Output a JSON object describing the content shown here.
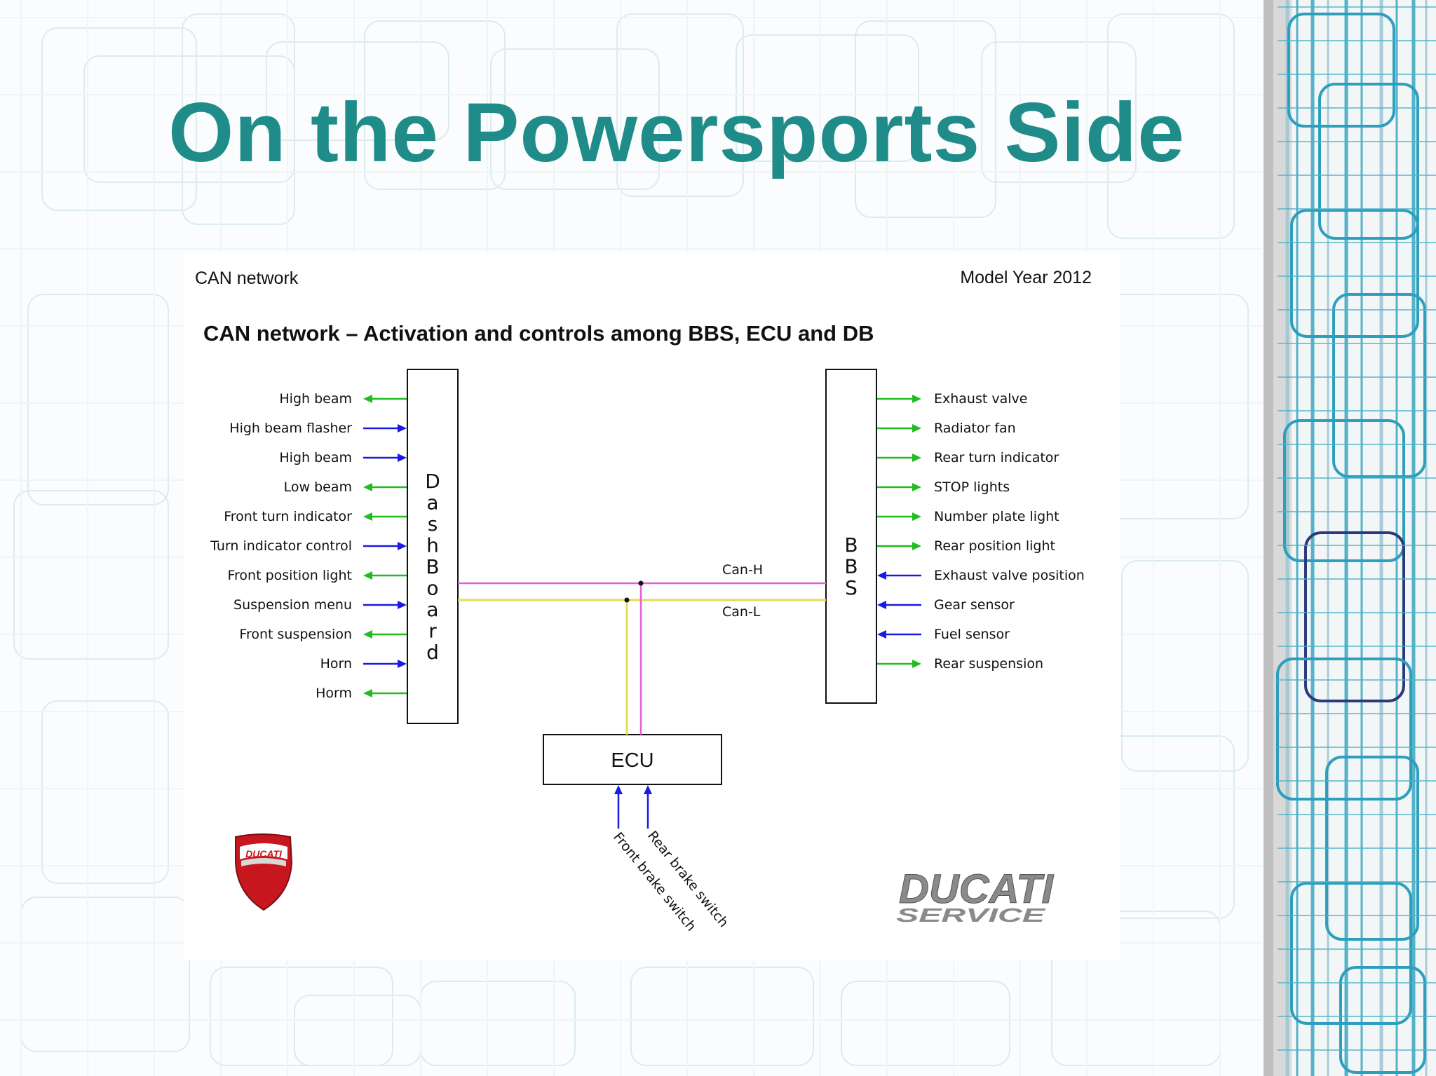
{
  "slide": {
    "title": "On the Powersports Side"
  },
  "document": {
    "header_left": "CAN network",
    "header_right": "Model Year 2012",
    "diagram_title": "CAN network – Activation and controls among BBS, ECU and DB"
  },
  "colors": {
    "title": "#1f8c8a",
    "output_arrow": "#22bb22",
    "input_arrow": "#1a1ae6",
    "can_h": "#e35fd8",
    "can_l": "#e5dc52",
    "ducati_red": "#c8161e",
    "ducati_service_gray": "#8a8a8a",
    "panel_teal": "#3aa7c0"
  },
  "diagram": {
    "dashboard_box": {
      "letters": [
        "D",
        "a",
        "s",
        "h",
        "B",
        "o",
        "a",
        "r",
        "d"
      ]
    },
    "bbs_box": {
      "letters": [
        "B",
        "B",
        "S"
      ]
    },
    "ecu_box": {
      "label": "ECU"
    },
    "bus": {
      "can_h_label": "Can-H",
      "can_l_label": "Can-L"
    },
    "dashboard_signals": [
      {
        "label": "High beam",
        "direction": "output"
      },
      {
        "label": "High beam flasher",
        "direction": "input"
      },
      {
        "label": "High beam",
        "direction": "input"
      },
      {
        "label": "Low beam",
        "direction": "output"
      },
      {
        "label": "Front turn indicator",
        "direction": "output"
      },
      {
        "label": "Turn indicator control",
        "direction": "input"
      },
      {
        "label": "Front position light",
        "direction": "output"
      },
      {
        "label": "Suspension menu",
        "direction": "input"
      },
      {
        "label": "Front suspension",
        "direction": "output"
      },
      {
        "label": "Horn",
        "direction": "input"
      },
      {
        "label": "Horm",
        "direction": "output"
      }
    ],
    "bbs_signals": [
      {
        "label": "Exhaust valve",
        "direction": "output"
      },
      {
        "label": "Radiator fan",
        "direction": "output"
      },
      {
        "label": "Rear turn indicator",
        "direction": "output"
      },
      {
        "label": "STOP lights",
        "direction": "output"
      },
      {
        "label": "Number plate light",
        "direction": "output"
      },
      {
        "label": "Rear position light",
        "direction": "output"
      },
      {
        "label": "Exhaust valve position",
        "direction": "input"
      },
      {
        "label": "Gear sensor",
        "direction": "input"
      },
      {
        "label": "Fuel sensor",
        "direction": "input"
      },
      {
        "label": "Rear suspension",
        "direction": "output"
      }
    ],
    "ecu_signals": [
      {
        "label": "Front brake switch",
        "direction": "input"
      },
      {
        "label": "Rear brake switch",
        "direction": "input"
      }
    ]
  },
  "logos": {
    "ducati_badge": "DUCATI",
    "service_top": "DUCATI",
    "service_bottom": "SERVICE"
  }
}
